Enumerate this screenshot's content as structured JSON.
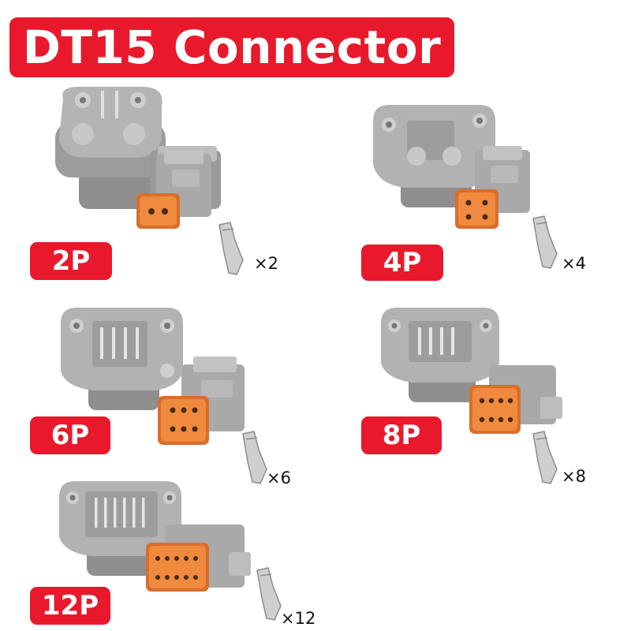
{
  "title": "DT15 Connector",
  "variants": [
    {
      "badge": "2P",
      "quantity": "×2",
      "pins": 2
    },
    {
      "badge": "4P",
      "quantity": "×4",
      "pins": 4
    },
    {
      "badge": "6P",
      "quantity": "×6",
      "pins": 6
    },
    {
      "badge": "8P",
      "quantity": "×8",
      "pins": 8
    },
    {
      "badge": "12P",
      "quantity": "×12",
      "pins": 12
    }
  ],
  "colors": {
    "banner_red": "#e8192c",
    "housing_gray": "#a8a8a8",
    "wedge_orange": "#e8833a",
    "terminal_silver": "#c9c9c9"
  },
  "icons": {
    "receptacle": "receptacle-housing-icon",
    "plug": "plug-housing-icon",
    "terminal": "crimp-terminal-icon"
  }
}
